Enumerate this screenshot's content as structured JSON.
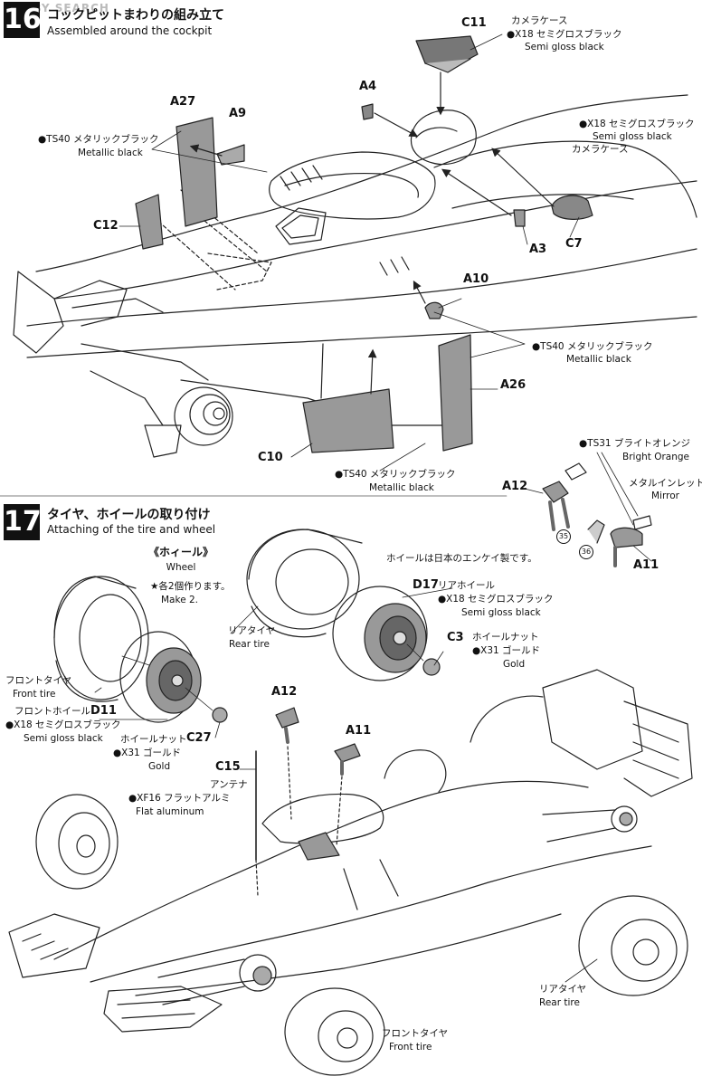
{
  "watermark": "HOBBY SEARCH",
  "step16": {
    "number": "16",
    "title": "コックピットまわりの組み立て",
    "subtitle": "Assembled around the cockpit",
    "parts": {
      "c11": "C11",
      "a4": "A4",
      "a27": "A27",
      "a9": "A9",
      "c12": "C12",
      "a3": "A3",
      "c7": "C7",
      "a10": "A10",
      "a26": "A26",
      "c10": "C10",
      "a12": "A12",
      "a11": "A11"
    },
    "notes": {
      "c11_jp": "カメラケース",
      "c11_paint_jp": "●X18 セミグロスブラック",
      "c11_paint_en": "Semi gloss black",
      "c7_paint_jp": "●X18 セミグロスブラック",
      "c7_paint_en": "Semi gloss black",
      "c7_jp": "カメラケース",
      "ts40_left_jp": "●TS40 メタリックブラック",
      "ts40_left_en": "Metallic black",
      "ts40_right_jp": "●TS40 メタリックブラック",
      "ts40_right_en": "Metallic black",
      "ts40_bottom_jp": "●TS40 メタリックブラック",
      "ts40_bottom_en": "Metallic black",
      "ts31_jp": "●TS31 ブライトオレンジ",
      "ts31_en": "Bright Orange",
      "mirror_jp": "メタルインレット",
      "mirror_en": "Mirror",
      "n35": "35",
      "n36": "36"
    }
  },
  "step17": {
    "number": "17",
    "title": "タイヤ、ホイールの取り付け",
    "subtitle": "Attaching of the tire and wheel",
    "wheel_head_jp": "《ホィール》",
    "wheel_head_en": "Wheel",
    "make2_jp": "★各2個作ります。",
    "make2_en": "Make 2.",
    "enkei_jp": "ホイールは日本のエンケイ製です。",
    "parts": {
      "d17": "D17",
      "c3": "C3",
      "d11": "D11",
      "c27": "C27",
      "c15": "C15",
      "a12": "A12",
      "a11": "A11"
    },
    "notes": {
      "d17_jp": "リアホイール",
      "d17_paint_jp": "●X18 セミグロスブラック",
      "d17_paint_en": "Semi gloss black",
      "c3_jp": "ホイールナット",
      "c3_paint_jp": "●X31 ゴールド",
      "c3_paint_en": "Gold",
      "rear_tire_jp": "リアタイヤ",
      "rear_tire_en": "Rear tire",
      "front_tire_jp": "フロントタイヤ",
      "front_tire_en": "Front tire",
      "d11_jp": "フロントホイール",
      "d11_paint_jp": "●X18 セミグロスブラック",
      "d11_paint_en": "Semi gloss black",
      "c27_jp": "ホイールナット",
      "c27_paint_jp": "●X31 ゴールド",
      "c27_paint_en": "Gold",
      "c15_jp": "アンテナ",
      "c15_paint_jp": "●XF16 フラットアルミ",
      "c15_paint_en": "Flat aluminum",
      "rear_tire2_jp": "リアタイヤ",
      "rear_tire2_en": "Rear tire",
      "front_tire2_jp": "フロントタイヤ",
      "front_tire2_en": "Front tire"
    }
  }
}
